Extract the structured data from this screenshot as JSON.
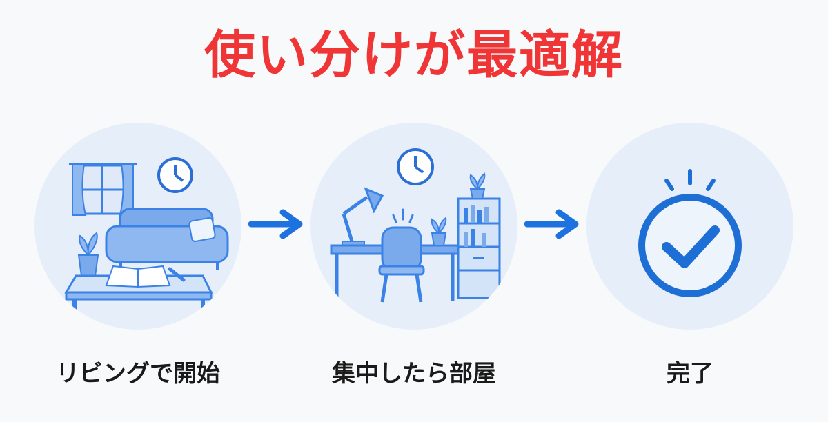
{
  "title": "使い分けが最適解",
  "steps": [
    {
      "label": "リビングで開始",
      "icon": "living-room-icon"
    },
    {
      "label": "集中したら部屋",
      "icon": "study-room-icon"
    },
    {
      "label": "完了",
      "icon": "checkmark-icon"
    }
  ],
  "colors": {
    "title": "#ef3535",
    "accent": "#1d72e0",
    "circle_bg": "#e6eef9",
    "label": "#1a1a1a"
  }
}
